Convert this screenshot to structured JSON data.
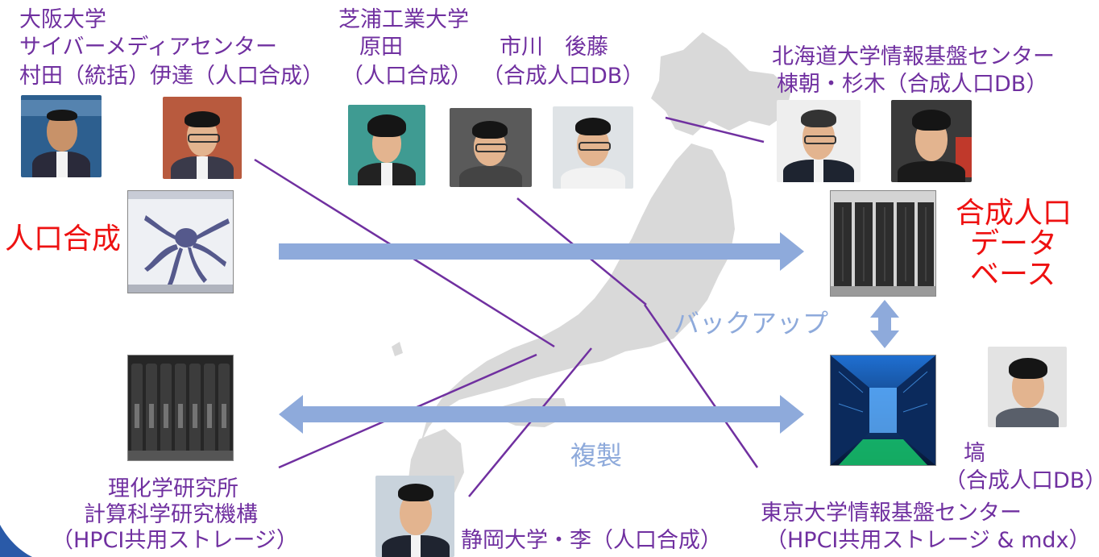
{
  "labels": {
    "osaka_university": "大阪大学",
    "osaka_center": "サイバーメディアセンター",
    "osaka_people": "村田（統括）伊達（人口合成）",
    "shibaura_university": "芝浦工業大学",
    "harada": "原田",
    "ichikawa_goto": "市川　後藤",
    "harada_role": "（人口合成）",
    "ichikawa_goto_role": "（合成人口DB）",
    "hokkaido_center": "北海道大学情報基盤センター",
    "hokkaido_people": "棟朝・杉木（合成人口DB）",
    "population_synthesis": "人口合成",
    "synthetic_db_line1": "合成人口",
    "synthetic_db_line2": "データ",
    "synthetic_db_line3": "ベース",
    "backup": "バックアップ",
    "replication": "複製",
    "hanawa": "塙",
    "hanawa_role": "（合成人口DB）",
    "riken_line1": "理化学研究所",
    "riken_line2": "計算科学研究機構",
    "riken_line3": "（HPCI共用ストレージ）",
    "shizuoka": "静岡大学・李（人口合成）",
    "tokyo_center": "東京大学情報基盤センター",
    "tokyo_storage": "（HPCI共用ストレージ & mdx）"
  },
  "colors": {
    "person_label": "#7030a0",
    "highlight_label": "#ee1111",
    "arrow": "#8eaadb",
    "map": "#d9d9d9"
  },
  "icons": {
    "supercomputer_osaka": "octopus-mural-supercomputer",
    "supercomputer_hokkaido": "server-racks",
    "supercomputer_tokyo": "blue-lit-server-aisle",
    "supercomputer_riken": "k-computer-racks",
    "map": "japan-map"
  }
}
